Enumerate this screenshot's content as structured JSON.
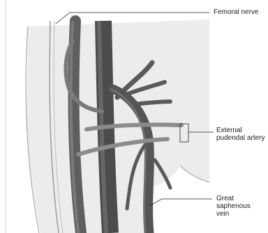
{
  "labels": {
    "femoral_nerve": "Femoral nerve",
    "external_pudendal_artery": [
      "External",
      "pudendal artery"
    ],
    "great_saphenous_vein": [
      "Great",
      "saphenous",
      "vein"
    ]
  },
  "colors": {
    "background": "#ffffff",
    "thigh_fill": "#ececec",
    "outline": "#9a9a9a",
    "vein_dark": "#5a5a5a",
    "vein_mid": "#6e6e6e",
    "artery": "#8c8c8c",
    "nerve": "#bdbdbd",
    "leader": "#222222"
  }
}
